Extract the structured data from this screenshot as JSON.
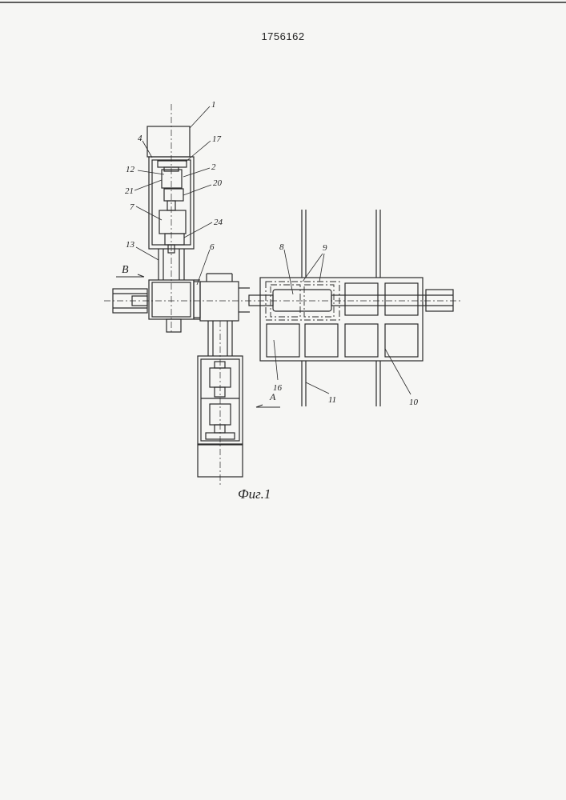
{
  "document": {
    "patent_number": "1756162",
    "figure_caption": "Фиг.1"
  },
  "labels": {
    "l1": "1",
    "l17": "17",
    "l4": "4",
    "l12": "12",
    "l2": "2",
    "l21": "21",
    "l20": "20",
    "l7": "7",
    "l24": "24",
    "l13": "13",
    "l6": "6",
    "lB": "B",
    "l8": "8",
    "l9": "9",
    "l16": "16",
    "l11": "11",
    "l10": "10",
    "lA": "A"
  },
  "colors": {
    "ink": "#2a2a2a",
    "paper": "#f6f6f4"
  }
}
